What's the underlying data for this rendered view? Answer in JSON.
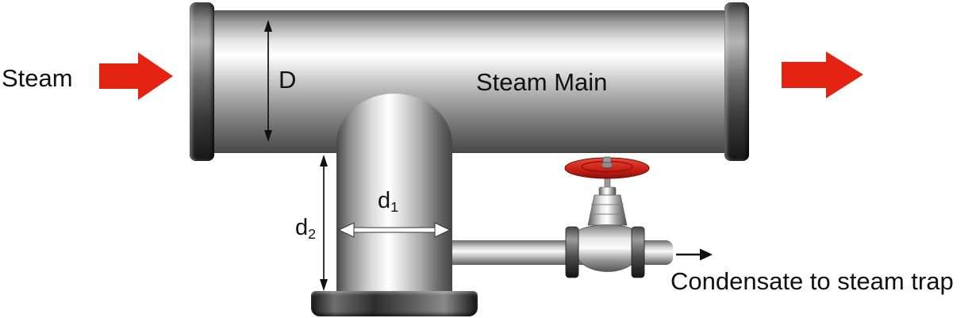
{
  "labels": {
    "steam_in": "Steam",
    "steam_main": "Steam Main",
    "condensate_out": "Condensate to steam trap",
    "dim_main_diameter": "D",
    "dim_pocket_diameter": {
      "base": "d",
      "sub": "1"
    },
    "dim_pocket_depth": {
      "base": "d",
      "sub": "2"
    }
  },
  "colors": {
    "flow_arrow": "#e42313",
    "valve_handwheel": "#cf2318",
    "dimension_line": "#111111",
    "text": "#111111",
    "pipe_metal_light": "#ffffff",
    "pipe_metal_dark": "#4a4a4a",
    "flange_dark": "#161616"
  }
}
